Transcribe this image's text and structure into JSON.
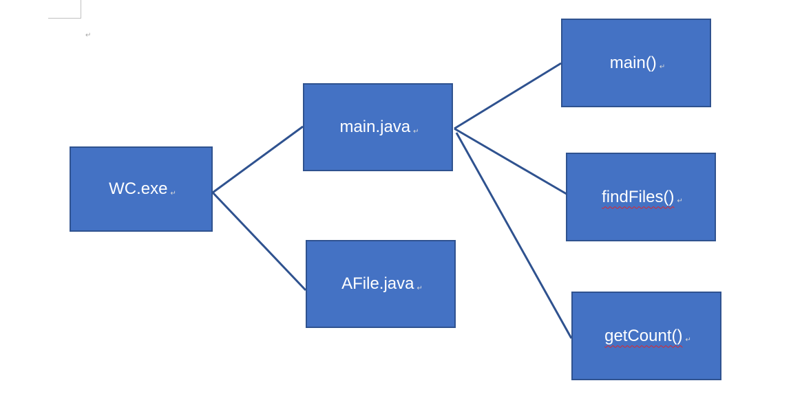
{
  "diagram": {
    "type": "tree",
    "paragraph_mark": "↵",
    "nodes": [
      {
        "id": "wc",
        "label": "WC.exe"
      },
      {
        "id": "mainjava",
        "label": "main.java"
      },
      {
        "id": "afile",
        "label": "AFile.java"
      },
      {
        "id": "main",
        "label": "main()"
      },
      {
        "id": "findfiles",
        "label": "findFiles()"
      },
      {
        "id": "getcount",
        "label": "getCount()"
      }
    ],
    "edges": [
      {
        "from": "wc",
        "to": "mainjava"
      },
      {
        "from": "wc",
        "to": "afile"
      },
      {
        "from": "mainjava",
        "to": "main"
      },
      {
        "from": "mainjava",
        "to": "findfiles"
      },
      {
        "from": "mainjava",
        "to": "getcount"
      }
    ],
    "colors": {
      "box_fill": "#4472c4",
      "box_border": "#2f528f",
      "connector": "#2f528f",
      "text": "#ffffff",
      "spellcheck_underline": "#e0262b"
    }
  }
}
